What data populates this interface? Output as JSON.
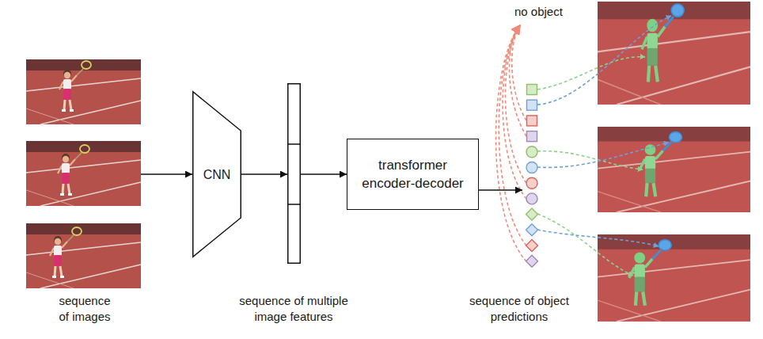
{
  "diagram": {
    "nodes": [
      {
        "text": [
          "sequence of images"
        ]
      },
      {
        "text": [
          "CNN"
        ]
      },
      {
        "text": [
          "sequence of multiple image features"
        ]
      },
      {
        "text": [
          "transformer encoder-decoder"
        ]
      },
      {
        "text": [
          "sequence of object predictions"
        ]
      }
    ],
    "edges": [
      {
        "from": 0,
        "to": 1,
        "arrow": "to"
      },
      {
        "from": 1,
        "to": 2,
        "arrow": "to"
      },
      {
        "from": 2,
        "to": 3,
        "arrow": "to"
      },
      {
        "from": 3,
        "to": 4,
        "arrow": "to"
      }
    ],
    "labels": [
      "no object"
    ]
  }
}
